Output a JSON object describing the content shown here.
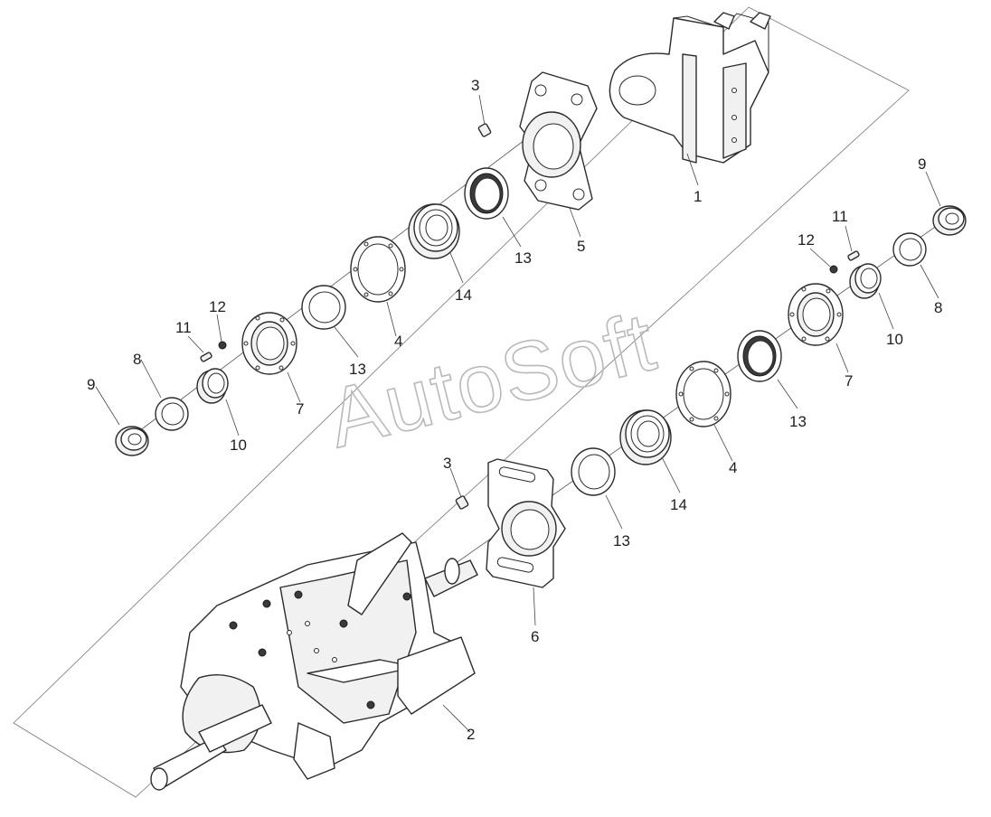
{
  "watermark": "AutoSoft",
  "callouts": {
    "c1": "1",
    "c2": "2",
    "c3a": "3",
    "c3b": "3",
    "c4a": "4",
    "c4b": "4",
    "c5": "5",
    "c6": "6",
    "c7a": "7",
    "c7b": "7",
    "c8a": "8",
    "c8b": "8",
    "c9a": "9",
    "c9b": "9",
    "c10a": "10",
    "c10b": "10",
    "c11a": "11",
    "c11b": "11",
    "c12a": "12",
    "c12b": "12",
    "c13a": "13",
    "c13b": "13",
    "c13c": "13",
    "c13d": "13",
    "c14a": "14",
    "c14b": "14"
  }
}
